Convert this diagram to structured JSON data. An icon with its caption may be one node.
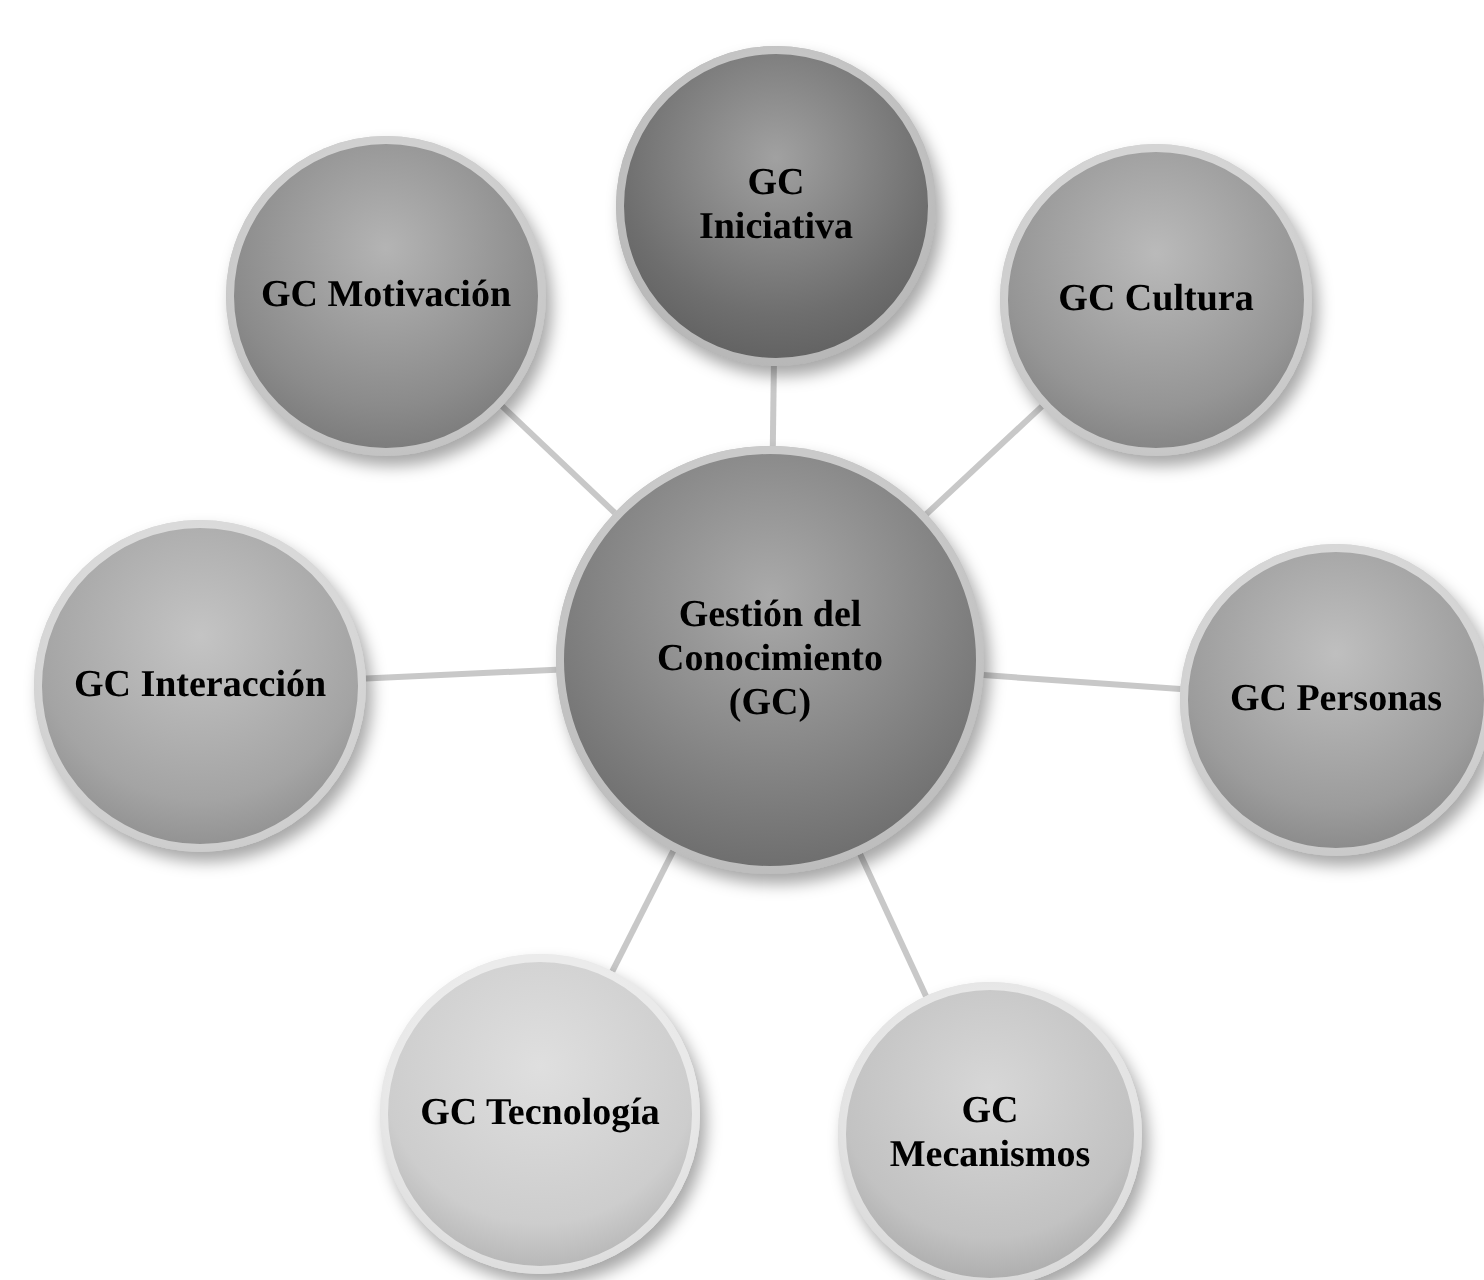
{
  "diagram": {
    "nodes": [
      {
        "text": [
          "Gestión del Conocimiento (GC)"
        ]
      },
      {
        "text": [
          "GC Iniciativa"
        ]
      },
      {
        "text": [
          "GC Cultura"
        ]
      },
      {
        "text": [
          "GC Personas"
        ]
      },
      {
        "text": [
          "GC Mecanismos"
        ]
      },
      {
        "text": [
          "GC Tecnología"
        ]
      },
      {
        "text": [
          "GC Interacción"
        ]
      },
      {
        "text": [
          "GC Motivación"
        ]
      }
    ],
    "edges": [
      {
        "from": 0,
        "to": 1,
        "arrow": "none"
      },
      {
        "from": 0,
        "to": 2,
        "arrow": "none"
      },
      {
        "from": 0,
        "to": 3,
        "arrow": "none"
      },
      {
        "from": 0,
        "to": 4,
        "arrow": "none"
      },
      {
        "from": 0,
        "to": 5,
        "arrow": "none"
      },
      {
        "from": 0,
        "to": 6,
        "arrow": "none"
      },
      {
        "from": 0,
        "to": 7,
        "arrow": "none"
      }
    ]
  }
}
